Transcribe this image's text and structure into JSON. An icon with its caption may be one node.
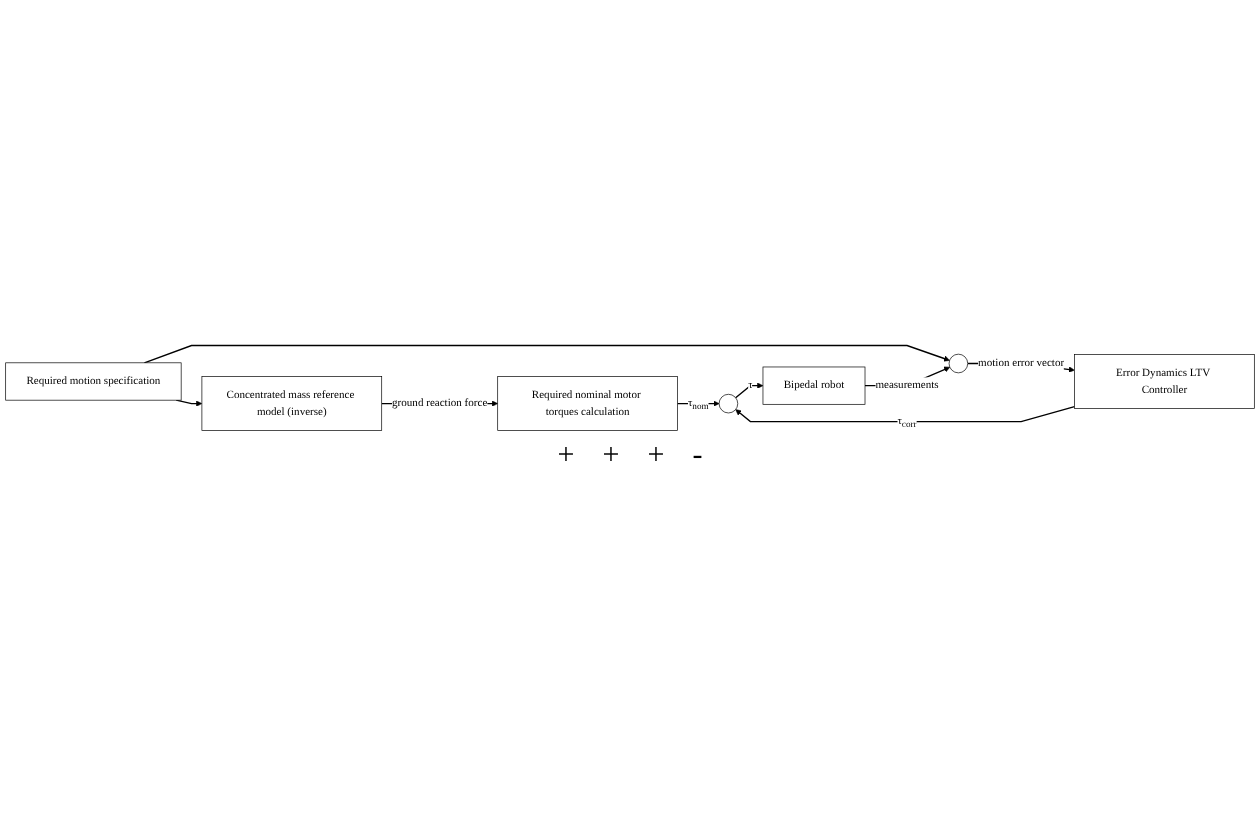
{
  "diagram": {
    "nodes": [
      {
        "text": [
          "Required motion specification"
        ]
      },
      {
        "text": [
          "Concentrated mass reference model (inverse)"
        ]
      },
      {
        "text": [
          "Required nominal motor torques calculation"
        ]
      },
      {
        "text": [],
        "shape": "circle"
      },
      {
        "text": [
          "Error Dynamics LTV Controller"
        ]
      },
      {
        "text": [],
        "shape": "circle"
      },
      {
        "text": [
          "Bipedal robot"
        ]
      }
    ],
    "edges": [
      {
        "from": 0,
        "to": 1,
        "arrow": "to"
      },
      {
        "from": 1,
        "to": 2,
        "arrow": "to",
        "label": "ground reaction force"
      },
      {
        "from": 0,
        "to": 3,
        "arrow": "to"
      },
      {
        "from": 3,
        "to": 4,
        "arrow": "to",
        "label": "motion error vector"
      },
      {
        "from": 2,
        "to": 5,
        "arrow": "to",
        "label": "τ$_{nom}$"
      },
      {
        "from": 4,
        "to": 5,
        "arrow": "to",
        "label": "τ$_{corr}$"
      },
      {
        "from": 5,
        "to": 6,
        "arrow": "to",
        "label": "τ"
      },
      {
        "from": 6,
        "to": 3,
        "arrow": "to",
        "label": "measurements"
      }
    ],
    "labels": [
      "+",
      "+",
      "+",
      "-"
    ]
  }
}
